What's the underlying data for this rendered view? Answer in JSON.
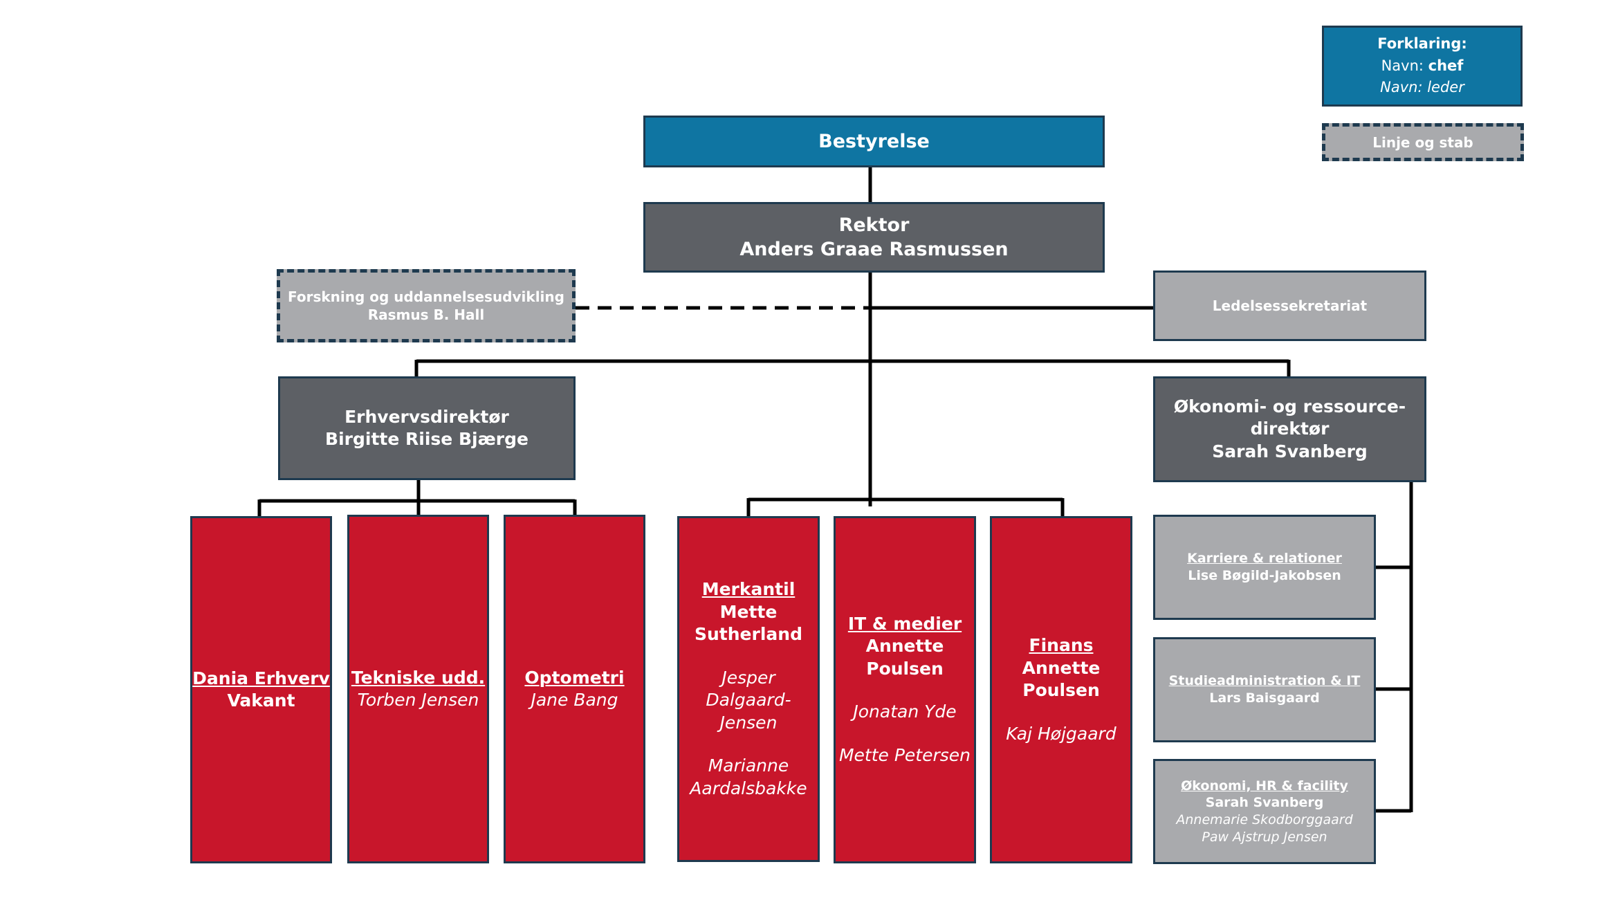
{
  "legend": {
    "title": "Forklaring:",
    "chef_prefix": "Navn:",
    "chef_word": "chef",
    "leader": "Navn: leder",
    "staff": "Linje og stab"
  },
  "board": {
    "label": "Bestyrelse"
  },
  "rector": {
    "title": "Rektor",
    "name": "Anders Graae Rasmussen"
  },
  "research": {
    "title": "Forskning og uddannelsesudvikling",
    "name": "Rasmus B. Hall"
  },
  "secretariat": {
    "title": "Ledelsessekretariat"
  },
  "business_director": {
    "title": "Erhvervsdirektør",
    "name": "Birgitte Riise Bjærge"
  },
  "finance_director": {
    "title_line1": "Økonomi- og ressource-",
    "title_line2": "direktør",
    "name": "Sarah Svanberg"
  },
  "units": [
    {
      "title": "Dania Erhverv",
      "chef": "Vakant",
      "leaders": []
    },
    {
      "title": "Tekniske udd.",
      "chef": "",
      "leaders": [
        "Torben Jensen"
      ]
    },
    {
      "title": "Optometri",
      "chef": "",
      "leaders": [
        "Jane Bang"
      ]
    },
    {
      "title": "Merkantil",
      "chef_line1": "Mette",
      "chef_line2": "Sutherland",
      "leaders": [
        "Jesper",
        "Dalgaard-",
        "Jensen",
        "Marianne",
        "Aardalsbakke"
      ]
    },
    {
      "title": "IT & medier",
      "chef_line1": "Annette",
      "chef_line2": "Poulsen",
      "leaders": [
        "Jonatan Yde",
        "Mette Petersen"
      ]
    },
    {
      "title": "Finans",
      "chef_line1": "Annette",
      "chef_line2": "Poulsen",
      "leaders": [
        "Kaj Højgaard"
      ]
    }
  ],
  "staff_units": [
    {
      "title": "Karriere & relationer",
      "chef": "Lise Bøgild-Jakobsen",
      "leaders": []
    },
    {
      "title": "Studieadministration & IT",
      "chef": "Lars Baisgaard",
      "leaders": []
    },
    {
      "title": "Økonomi, HR & facility",
      "chef": "Sarah Svanberg",
      "leaders": [
        "Annemarie Skodborggaard",
        "Paw Ajstrup Jensen"
      ]
    }
  ],
  "colors": {
    "blue": "#0f75a2",
    "dark_grey": "#5d6065",
    "light_grey": "#a9aaad",
    "red": "#c8162b",
    "border": "#1e3a4f",
    "line": "#000000"
  }
}
